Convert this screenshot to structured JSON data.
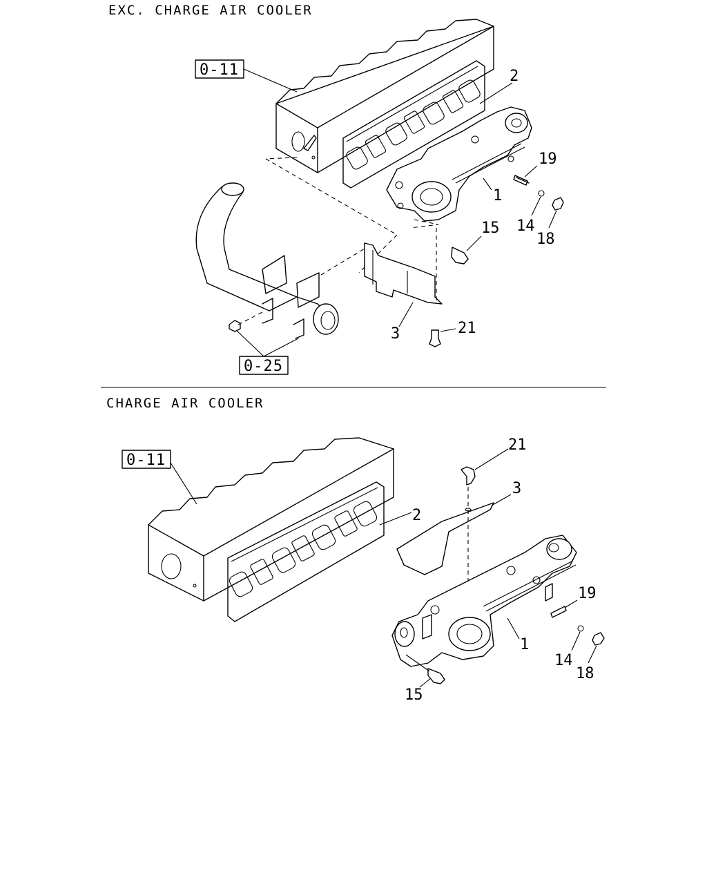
{
  "sections": [
    {
      "title": "EXC. CHARGE AIR COOLER",
      "refs": [
        "0-11",
        "0-25"
      ],
      "callouts": [
        "1",
        "2",
        "3",
        "14",
        "15",
        "18",
        "19",
        "21"
      ]
    },
    {
      "title": "CHARGE AIR COOLER",
      "refs": [
        "0-11"
      ],
      "callouts": [
        "1",
        "2",
        "3",
        "14",
        "15",
        "18",
        "19",
        "21"
      ]
    }
  ],
  "parts": [
    {
      "no": "1",
      "icon": "exhaust-manifold-icon"
    },
    {
      "no": "2",
      "icon": "manifold-gasket-icon"
    },
    {
      "no": "3",
      "icon": "heat-shield-icon"
    },
    {
      "no": "14",
      "icon": "washer-icon"
    },
    {
      "no": "15",
      "icon": "bolt-icon"
    },
    {
      "no": "18",
      "icon": "nut-icon"
    },
    {
      "no": "19",
      "icon": "stud-icon"
    },
    {
      "no": "21",
      "icon": "bolt-icon"
    }
  ],
  "extra_icons": [
    "cylinder-head-icon",
    "pipe-icon"
  ]
}
